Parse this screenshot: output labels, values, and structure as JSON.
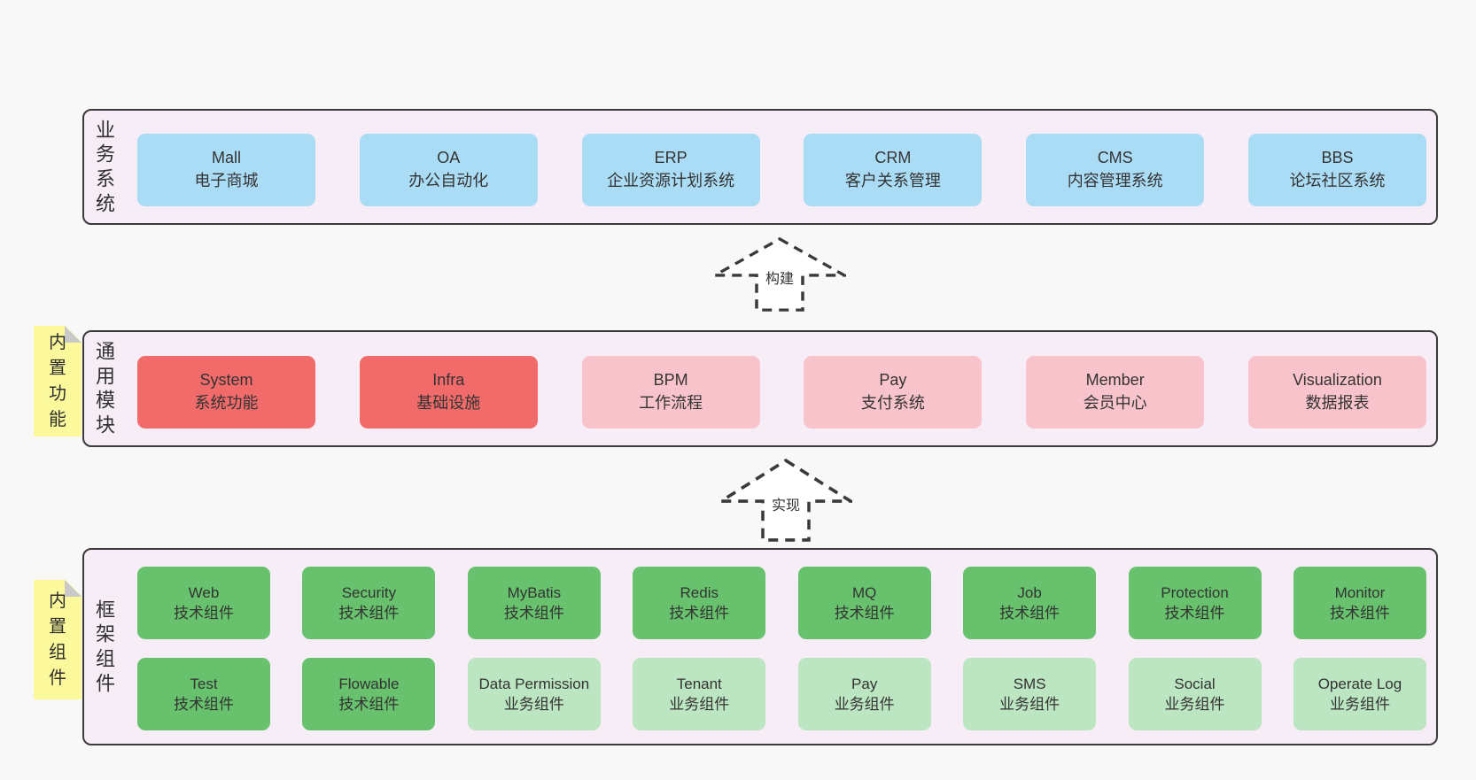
{
  "colors": {
    "page_background": "#F8F8F8",
    "band_background": "#F7EDF6",
    "band_border": "#3B3B3B",
    "blue_box": "#ABDCF5",
    "red_box": "#F26B6B",
    "pink_box": "#F9C3CC",
    "green_box": "#68C16D",
    "light_green_box": "#BCE5C1",
    "sticky_yellow": "#FBF99B",
    "sticky_fold_gray": "#C9C9C9",
    "text": "#333333"
  },
  "bands": [
    {
      "label": "业务系统",
      "boxes": [
        {
          "name": "Mall",
          "desc": "电子商城"
        },
        {
          "name": "OA",
          "desc": "办公自动化"
        },
        {
          "name": "ERP",
          "desc": "企业资源计划系统"
        },
        {
          "name": "CRM",
          "desc": "客户关系管理"
        },
        {
          "name": "CMS",
          "desc": "内容管理系统"
        },
        {
          "name": "BBS",
          "desc": "论坛社区系统"
        }
      ]
    },
    {
      "label": "通用模块",
      "sticky": "内置功能",
      "boxes": [
        {
          "name": "System",
          "desc": "系统功能",
          "color": "red"
        },
        {
          "name": "Infra",
          "desc": "基础设施",
          "color": "red"
        },
        {
          "name": "BPM",
          "desc": "工作流程",
          "color": "pink"
        },
        {
          "name": "Pay",
          "desc": "支付系统",
          "color": "pink"
        },
        {
          "name": "Member",
          "desc": "会员中心",
          "color": "pink"
        },
        {
          "name": "Visualization",
          "desc": "数据报表",
          "color": "pink"
        }
      ]
    },
    {
      "label": "框架组件",
      "sticky": "内置组件",
      "rows": [
        [
          {
            "name": "Web",
            "desc": "技术组件",
            "color": "green"
          },
          {
            "name": "Security",
            "desc": "技术组件",
            "color": "green"
          },
          {
            "name": "MyBatis",
            "desc": "技术组件",
            "color": "green"
          },
          {
            "name": "Redis",
            "desc": "技术组件",
            "color": "green"
          },
          {
            "name": "MQ",
            "desc": "技术组件",
            "color": "green"
          },
          {
            "name": "Job",
            "desc": "技术组件",
            "color": "green"
          },
          {
            "name": "Protection",
            "desc": "技术组件",
            "color": "green"
          },
          {
            "name": "Monitor",
            "desc": "技术组件",
            "color": "green"
          }
        ],
        [
          {
            "name": "Test",
            "desc": "技术组件",
            "color": "green"
          },
          {
            "name": "Flowable",
            "desc": "技术组件",
            "color": "green"
          },
          {
            "name": "Data Permission",
            "desc": "业务组件",
            "color": "lightgreen"
          },
          {
            "name": "Tenant",
            "desc": "业务组件",
            "color": "lightgreen"
          },
          {
            "name": "Pay",
            "desc": "业务组件",
            "color": "lightgreen"
          },
          {
            "name": "SMS",
            "desc": "业务组件",
            "color": "lightgreen"
          },
          {
            "name": "Social",
            "desc": "业务组件",
            "color": "lightgreen"
          },
          {
            "name": "Operate Log",
            "desc": "业务组件",
            "color": "lightgreen"
          }
        ]
      ]
    }
  ],
  "arrows": [
    {
      "label": "构建"
    },
    {
      "label": "实现"
    }
  ]
}
